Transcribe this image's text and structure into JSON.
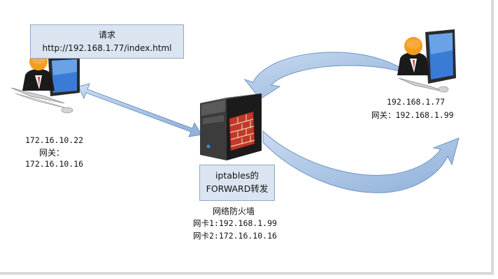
{
  "request": {
    "title": "请求",
    "url": "http://192.168.1.77/index.html"
  },
  "client": {
    "ip": "172.16.10.22",
    "gateway_label": "网关：",
    "gateway": "172.16.10.16"
  },
  "server": {
    "ip": "192.168.1.77",
    "gateway_line": "网关：192.168.1.99"
  },
  "firewall": {
    "box_line1": "iptables的",
    "box_line2": "FORWARD转发",
    "name": "网络防火墙",
    "nic1": "网卡1:192.168.1.99",
    "nic2": "网卡2:172.16.10.16"
  },
  "icons": {
    "client": "user-workstation-icon",
    "server": "user-workstation-icon",
    "firewall": "firewall-server-icon"
  },
  "colors": {
    "box_fill": "#dbe5f1",
    "arrow_fill": "#a9c4e4",
    "arrow_stroke": "#6e95c4",
    "person": "#f39c1e"
  }
}
